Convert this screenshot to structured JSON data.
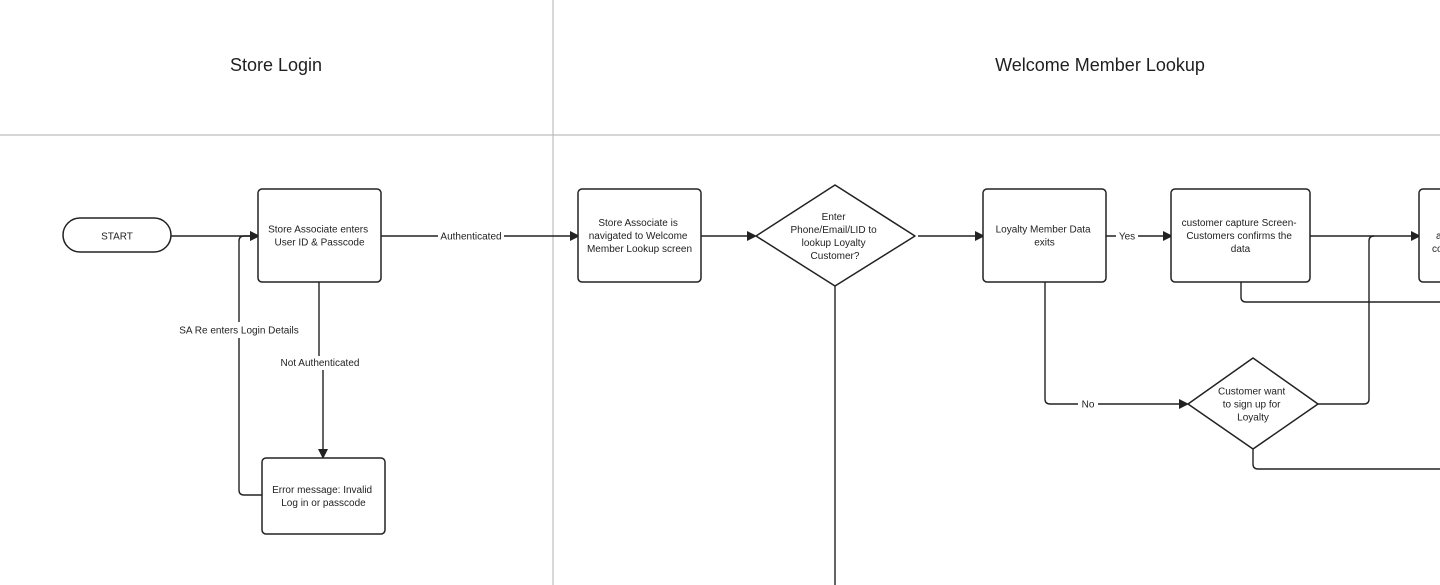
{
  "lanes": {
    "store_login": "Store Login",
    "welcome_lookup": "Welcome Member Lookup"
  },
  "nodes": {
    "start": "START",
    "enter_credentials": [
      "Store Associate enters",
      "User ID & Passcode"
    ],
    "error": [
      "Error message: Invalid",
      "Log in or passcode"
    ],
    "navigated": [
      "Store Associate is",
      "navigated to Welcome",
      "Member Lookup screen"
    ],
    "enter_lookup": [
      "Enter",
      "Phone/Email/LID to",
      "lookup Loyalty",
      "Customer?"
    ],
    "member_exists": [
      "Loyalty Member Data",
      "exits"
    ],
    "capture_screen": [
      "customer capture Screen-",
      "Customers confirms the",
      "data"
    ],
    "signup_decision": [
      "Customer want",
      "to sign up for",
      "Loyalty"
    ],
    "partial_right_box": [
      "a",
      "co"
    ]
  },
  "edge_labels": {
    "authenticated": "Authenticated",
    "not_authenticated": "Not Authenticated",
    "re_enter": "SA Re enters Login Details",
    "yes": "Yes",
    "no": "No"
  },
  "colors": {
    "stroke": "#222222",
    "lane_divider": "#bdbdbd",
    "background": "#ffffff"
  }
}
